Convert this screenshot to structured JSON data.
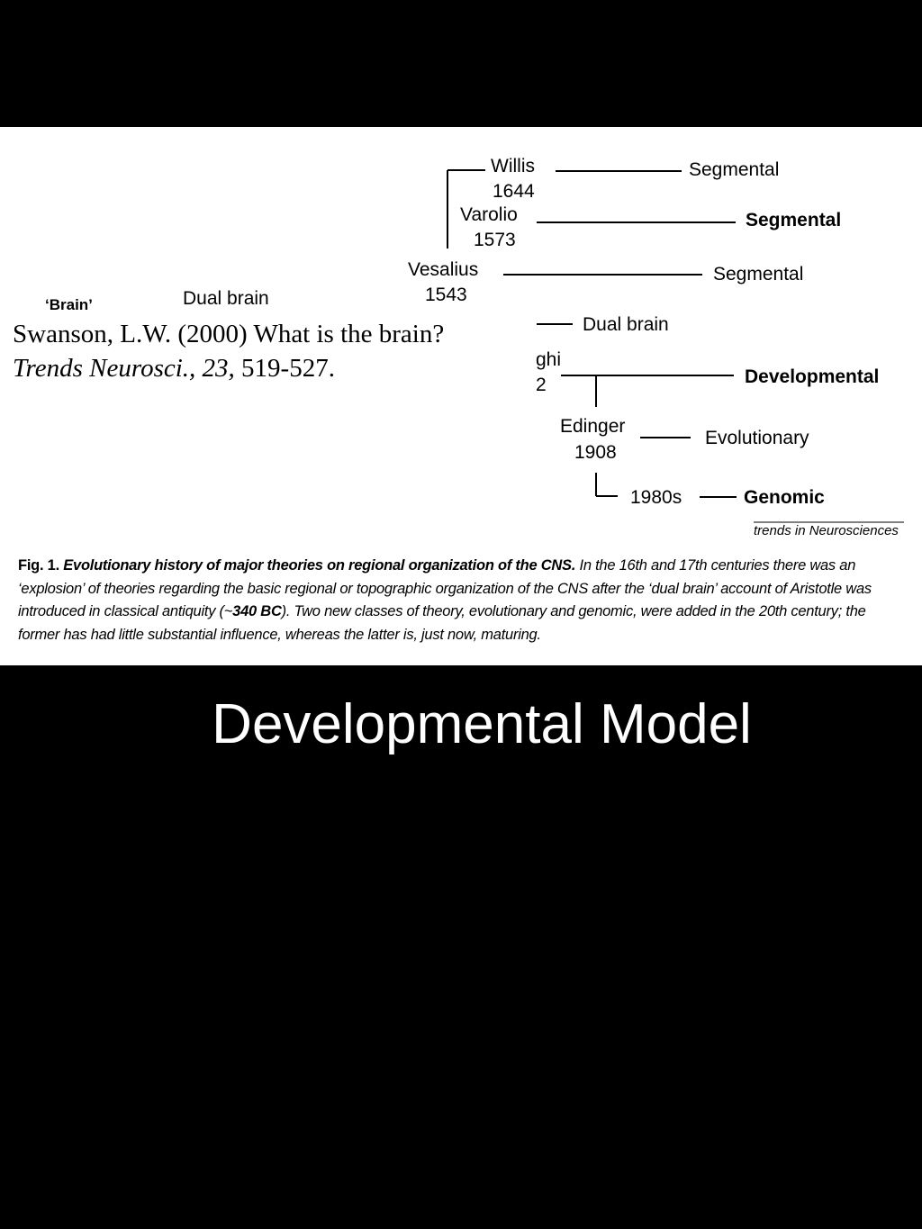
{
  "diagram": {
    "willis_name": "Willis",
    "willis_year": "1644",
    "willis_theory": "Segmental",
    "varolio_name": "Varolio",
    "varolio_year": "1573",
    "varolio_theory": "Segmental",
    "vesalius_name": "Vesalius",
    "vesalius_year": "1543",
    "vesalius_theory": "Segmental",
    "brain_label": "‘Brain’",
    "dual_brain_left": "Dual brain",
    "dual_brain_right": "Dual brain",
    "partial_name": "ghi",
    "partial_year": "2",
    "developmental": "Developmental",
    "edinger_name": "Edinger",
    "edinger_year": "1908",
    "evolutionary": "Evolutionary",
    "decade_1980s": "1980s",
    "genomic": "Genomic",
    "journal_mark": "trends in Neurosciences"
  },
  "citation": {
    "line1": "Swanson, L.W. (2000) What is the brain?",
    "journal": "Trends Neurosci., 23,",
    "pages": " 519-527."
  },
  "caption": {
    "fig_label": "Fig. 1.",
    "heading": " Evolutionary history of major theories on regional organization of the CNS.",
    "body_1": " In the 16th and 17th centuries there was an ‘explosion’ of theories regarding the basic regional or topographic organization of the CNS after the ‘dual brain’ account of Aristotle was introduced in classical antiquity (~",
    "bc_value": "340 BC",
    "body_2": "). Two new classes of theory, evolutionary and genomic, were added in the 20th century; the former has had little substantial influence, whereas the latter is, just now, maturing."
  },
  "slide": {
    "title": "Developmental Model"
  }
}
